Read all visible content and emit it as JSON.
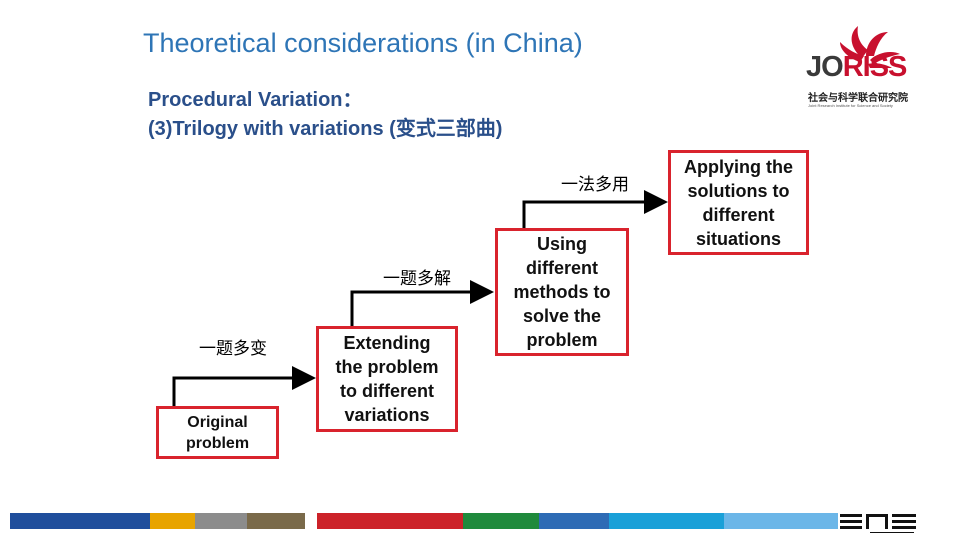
{
  "slide": {
    "title": "Theoretical considerations (in China)",
    "subtitle_line1": "Procedural Variation：",
    "subtitle_line2": "(3)Trilogy with variations (变式三部曲)"
  },
  "diagram": {
    "steps": [
      {
        "zh": "一题多变",
        "box": [
          "Original",
          "problem"
        ]
      },
      {
        "zh": "一题多解",
        "box": [
          "Extending",
          "the problem",
          "to different",
          "variations"
        ]
      },
      {
        "zh": "一法多用",
        "box": [
          "Using",
          "different",
          "methods to",
          "solve the",
          "problem"
        ]
      },
      {
        "box": [
          "Applying the",
          "solutions to",
          "different",
          "situations"
        ]
      }
    ]
  },
  "logo": {
    "name_part1": "JO",
    "name_part2": "RISS",
    "subtitle_cn": "社会与科学联合研究院",
    "subtitle_en": "Joint Research Institute for Science and Society"
  },
  "colors": {
    "title": "#2e75b6",
    "subtitle": "#2a4f8a",
    "box_border": "#d9232d",
    "logo_red": "#c8102e",
    "stripes": [
      "#1f4e9c",
      "#e8a400",
      "#8c8c8c",
      "#7a6a4a",
      "#cc2229",
      "#1f8a3c",
      "#2e6bb5",
      "#1aa0d8",
      "#6bb6e8"
    ]
  }
}
